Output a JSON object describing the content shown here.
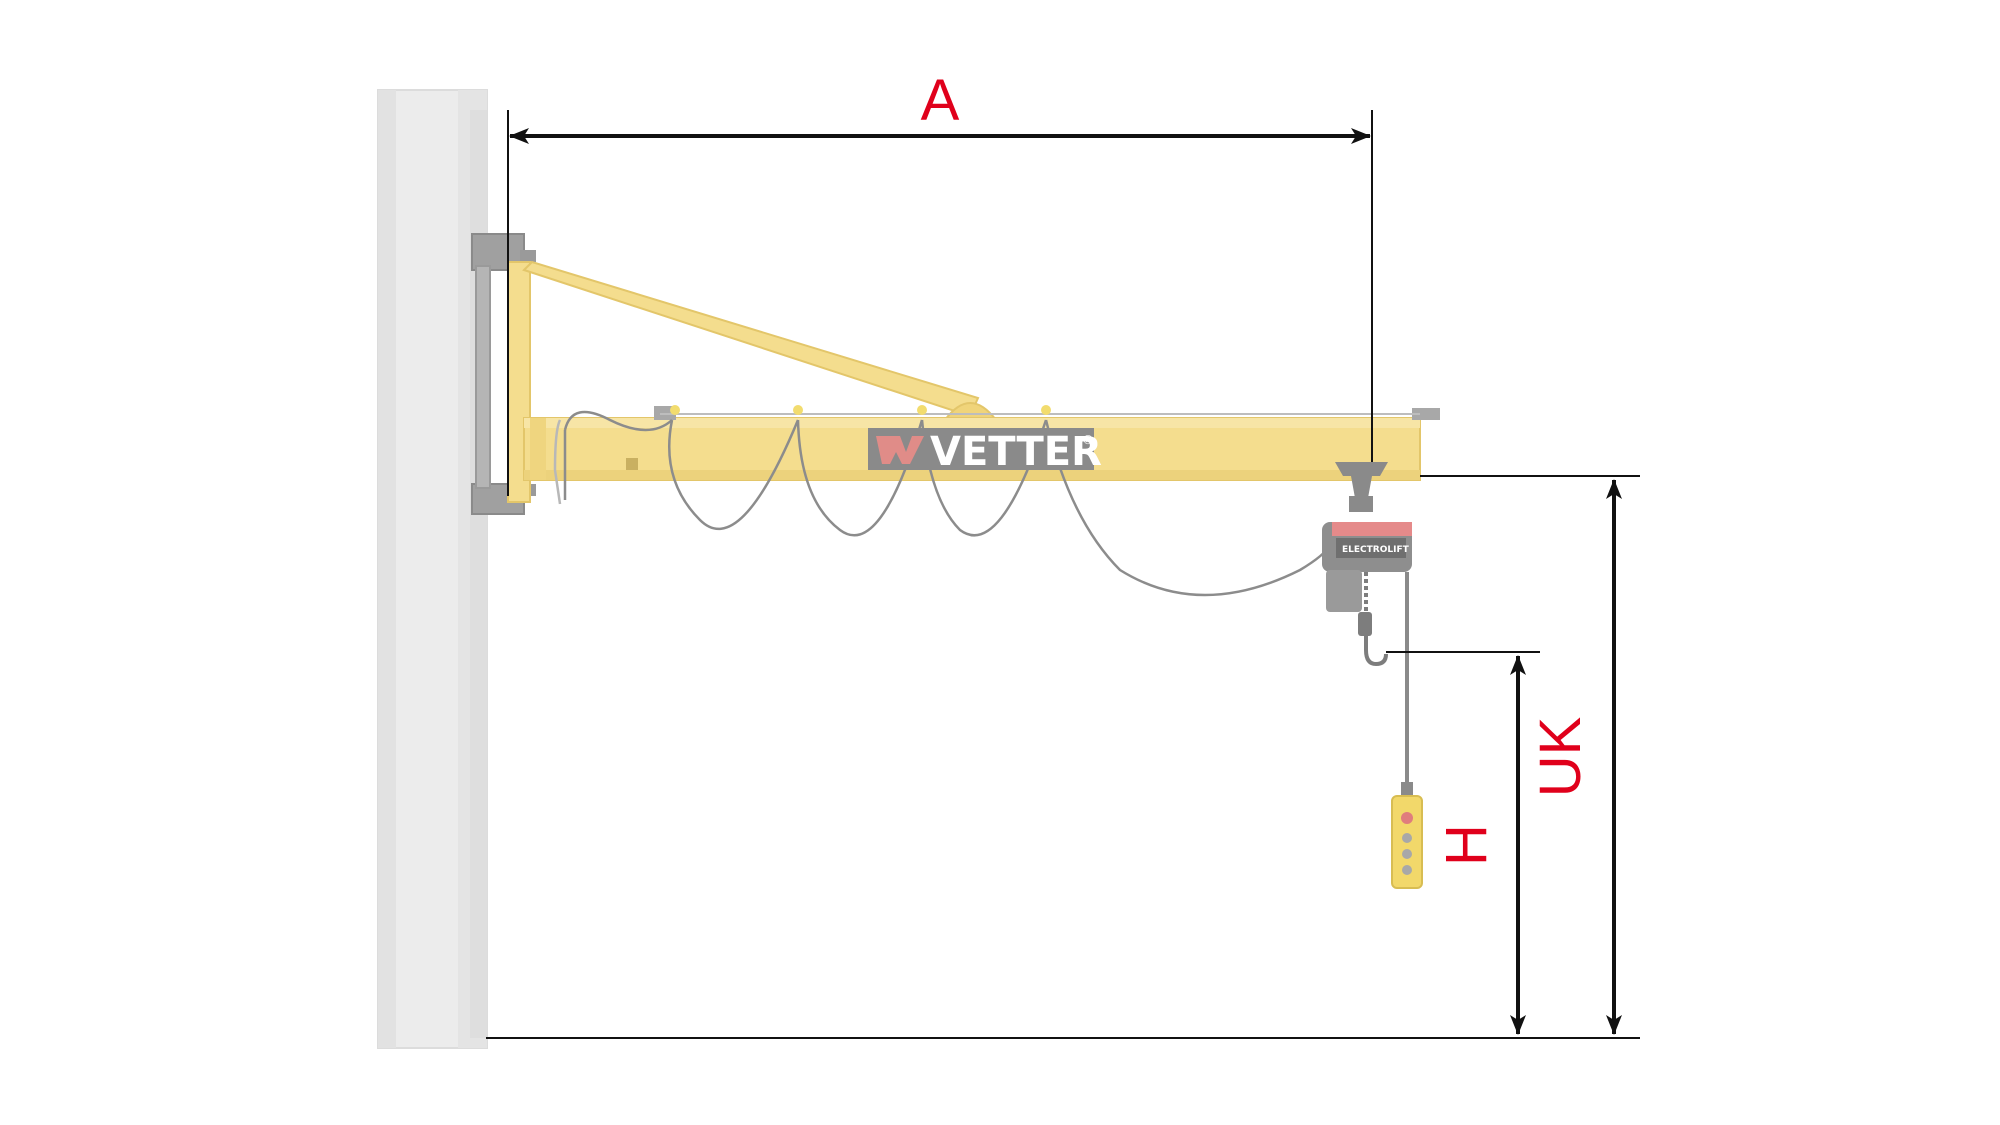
{
  "diagram": {
    "labels": {
      "reach": "A",
      "hook_height": "H",
      "underside_height": "UK"
    },
    "brand": {
      "logo": "VETTER",
      "registered_mark": "®",
      "hoist_brand": "ELECTROLIFT"
    },
    "colors": {
      "crane_yellow": "#f4dd8e",
      "crane_yellow_dark": "#e8cc6c",
      "wall_grey": "#e9e9e9",
      "bracket_grey": "#9a9a9a",
      "dimension_line": "#111111",
      "label_red": "#e0001b",
      "hoist_grey": "#8a8a8a",
      "hoist_red": "#e58a8a"
    },
    "icons": {
      "logo_mark": "vetter-w-logo-icon",
      "pendant": "pendant-control-icon"
    }
  }
}
